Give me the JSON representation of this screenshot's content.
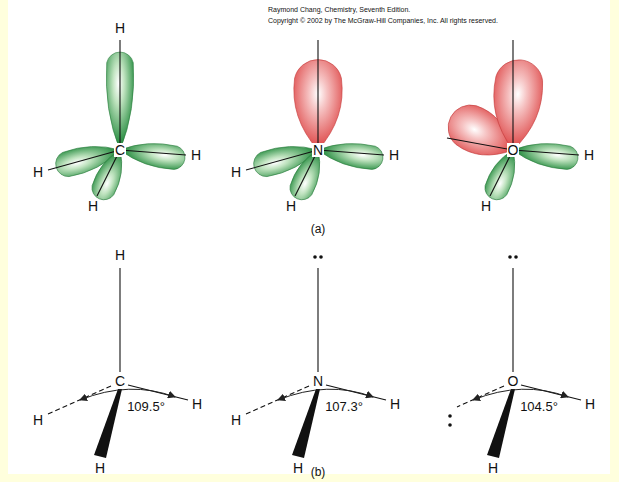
{
  "diagram": {
    "labels": [
      "Raymond Chang, Chemistry, Seventh Edition.",
      "Copyright © 2002 by The McGraw-Hill Companies, Inc. All rights reserved.",
      "H",
      "C",
      "H",
      "H",
      "H",
      "N",
      "H",
      "H",
      "H",
      "O",
      "H",
      "H",
      "(a)",
      "H",
      "C",
      "H",
      "H",
      "H",
      "109.5°",
      "N",
      "H",
      "H",
      "H",
      "107.3°",
      "O",
      "H",
      "H",
      "104.5°",
      "(b)"
    ]
  }
}
